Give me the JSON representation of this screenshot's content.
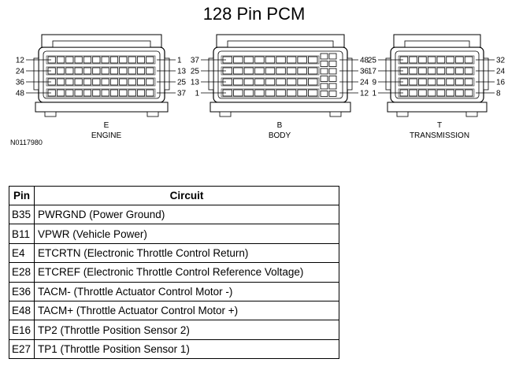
{
  "title": "128 Pin PCM",
  "figure_ref": "N0117980",
  "connectors": [
    {
      "letter": "E",
      "name": "ENGINE",
      "left_pin_labels": [
        "12",
        "24",
        "36",
        "48"
      ],
      "right_pin_labels": [
        "1",
        "13",
        "25",
        "37"
      ]
    },
    {
      "letter": "B",
      "name": "BODY",
      "left_pin_labels": [
        "37",
        "25",
        "13",
        "1"
      ],
      "right_pin_labels": [
        "48",
        "36",
        "24",
        "12"
      ]
    },
    {
      "letter": "T",
      "name": "TRANSMISSION",
      "left_pin_labels": [
        "25",
        "17",
        "9",
        "1"
      ],
      "right_pin_labels": [
        "32",
        "24",
        "16",
        "8"
      ]
    }
  ],
  "table": {
    "headers": {
      "pin": "Pin",
      "circuit": "Circuit"
    },
    "rows": [
      {
        "pin": "B35",
        "circuit": "PWRGND (Power Ground)"
      },
      {
        "pin": "B11",
        "circuit": "VPWR (Vehicle Power)"
      },
      {
        "pin": "E4",
        "circuit": "ETCRTN (Electronic Throttle Control Return)"
      },
      {
        "pin": "E28",
        "circuit": "ETCREF (Electronic Throttle Control Reference Voltage)"
      },
      {
        "pin": "E36",
        "circuit": "TACM- (Throttle Actuator Control Motor -)"
      },
      {
        "pin": "E48",
        "circuit": "TACM+ (Throttle Actuator Control Motor +)"
      },
      {
        "pin": "E16",
        "circuit": "TP2 (Throttle Position Sensor 2)"
      },
      {
        "pin": "E27",
        "circuit": "TP1 (Throttle Position Sensor 1)"
      }
    ]
  }
}
